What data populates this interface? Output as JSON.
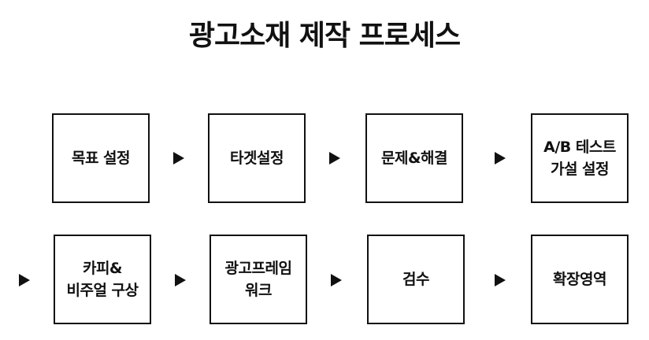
{
  "title": "광고소재 제작 프로세스",
  "steps": [
    {
      "label": "목표 설정"
    },
    {
      "label": "타겟설정"
    },
    {
      "label": "문제&해결"
    },
    {
      "label": "A/B 테스트\n가설 설정"
    },
    {
      "label": "카피&\n비주얼 구상"
    },
    {
      "label": "광고프레임\n워크"
    },
    {
      "label": "검수"
    },
    {
      "label": "확장영역"
    }
  ],
  "colors": {
    "border": "#111111",
    "arrow": "#111111",
    "text": "#111111",
    "background": "#ffffff"
  },
  "icons": {
    "arrow": "right-triangle-icon"
  }
}
